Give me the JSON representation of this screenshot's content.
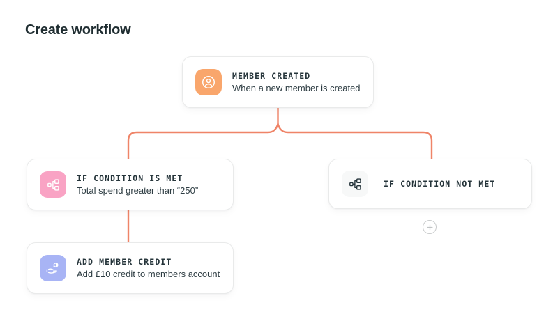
{
  "page": {
    "title": "Create workflow",
    "background": "#ffffff"
  },
  "colors": {
    "connector": "#ef8468",
    "title_text": "#1f2d31",
    "node_title_text": "#25343a",
    "node_sub_text": "#2d3c42",
    "card_border": "#e9eaea",
    "icon_orange": "#f9a66c",
    "icon_pink": "#f9a3c4",
    "icon_periwinkle": "#a8b4f5",
    "icon_neutral_tile": "#f7f8f8",
    "icon_neutral_glyph": "#24333a",
    "add_button_border": "#c9cbcc"
  },
  "nodes": [
    {
      "id": "member-created",
      "title": "MEMBER CREATED",
      "subtitle": "When a new member is created",
      "icon": "user-circle-icon",
      "icon_bg": "#f9a66c",
      "icon_color": "#ffffff"
    },
    {
      "id": "if-condition-is-met",
      "title": "IF CONDITION IS MET",
      "subtitle": "Total spend greater than “250”",
      "icon": "branch-sitemap-icon",
      "icon_bg": "#f9a3c4",
      "icon_color": "#ffffff"
    },
    {
      "id": "if-condition-not-met",
      "title": "IF CONDITION NOT MET",
      "subtitle": "",
      "icon": "branch-sitemap-icon",
      "icon_bg": "#f7f8f8",
      "icon_color": "#24333a"
    },
    {
      "id": "add-member-credit",
      "title": "ADD MEMBER CREDIT",
      "subtitle": "Add £10 credit to members account",
      "icon": "hand-coin-icon",
      "icon_bg": "#a8b4f5",
      "icon_color": "#ffffff"
    }
  ],
  "controls": {
    "add_branch": {
      "icon": "plus-icon",
      "label": "+"
    }
  }
}
